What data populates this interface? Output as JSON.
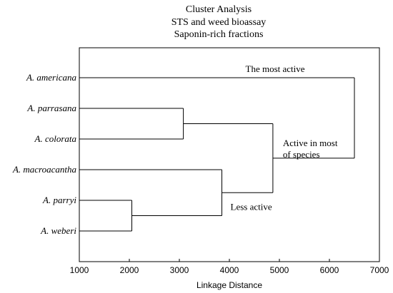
{
  "chart_data": {
    "type": "dendrogram",
    "title_lines": [
      "Cluster Analysis",
      "STS and weed bioassay",
      "Saponin-rich fractions"
    ],
    "xlabel": "Linkage Distance",
    "xlim": [
      1000,
      7000
    ],
    "xticks": [
      1000,
      2000,
      3000,
      4000,
      5000,
      6000,
      7000
    ],
    "grid": false,
    "leaves": [
      "A. americana",
      "A. parrasana",
      "A. colorata",
      "A. macroacantha",
      "A. parryi",
      "A. weberi"
    ],
    "merges": [
      {
        "id": "m1",
        "left": "A. parryi",
        "right": "A. weberi",
        "distance": 2050
      },
      {
        "id": "m2",
        "left": "A. parrasana",
        "right": "A. colorata",
        "distance": 3080
      },
      {
        "id": "m3",
        "left": "A. macroacantha",
        "right": "m1",
        "distance": 3850
      },
      {
        "id": "m4",
        "left": "m2",
        "right": "m3",
        "distance": 4870
      },
      {
        "id": "m5",
        "left": "A. americana",
        "right": "m4",
        "distance": 6500
      }
    ],
    "annotations": [
      {
        "text": "The most active",
        "cluster": "m5"
      },
      {
        "text": "Active in most",
        "cluster": "m4"
      },
      {
        "text": "of species",
        "cluster": "m4"
      },
      {
        "text": "Less active",
        "cluster": "m3"
      }
    ]
  }
}
